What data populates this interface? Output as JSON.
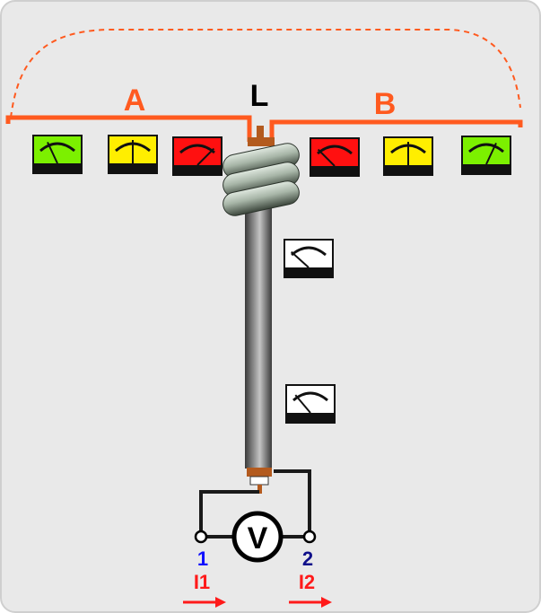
{
  "labels": {
    "section_a": "A",
    "junction": "L",
    "section_b": "B",
    "voltmeter": "V",
    "terminal_1": "1",
    "terminal_2": "2",
    "current_1": "I1",
    "current_2": "I2"
  },
  "colors": {
    "background": "#e9e9e9",
    "panel_border": "#cfcfcf",
    "antenna": "#ff5a1f",
    "feeder_tape": "#b35a1e",
    "coil": "#8a9a8a",
    "coil_highlight": "#dfe8df",
    "cable_dark": "#3a3a3a",
    "cable_light": "#c4c4c4",
    "wire": "#1a1a1a",
    "terminal_1_label": "#1010ff",
    "terminal_2_label": "#10108a",
    "current_label": "#ff1a1a",
    "meter_green": "#7cf000",
    "meter_yellow": "#ffee00",
    "meter_red": "#ff1010",
    "meter_white": "#ffffff"
  },
  "meters": [
    {
      "id": "a-outer",
      "color": "green",
      "needle_deg": -25
    },
    {
      "id": "a-middle",
      "color": "yellow",
      "needle_deg": 0
    },
    {
      "id": "a-inner",
      "color": "red",
      "needle_deg": 45
    },
    {
      "id": "b-inner",
      "color": "red",
      "needle_deg": -45
    },
    {
      "id": "b-middle",
      "color": "yellow",
      "needle_deg": 0
    },
    {
      "id": "b-outer",
      "color": "green",
      "needle_deg": 25
    },
    {
      "id": "cable-upper",
      "color": "white",
      "needle_deg": -48
    },
    {
      "id": "cable-lower",
      "color": "white",
      "needle_deg": -40
    }
  ],
  "icons": {
    "current_1_arrow": "right-arrow-icon",
    "current_2_arrow": "right-arrow-icon",
    "terminal_1": "terminal-circle-icon",
    "terminal_2": "terminal-circle-icon"
  }
}
